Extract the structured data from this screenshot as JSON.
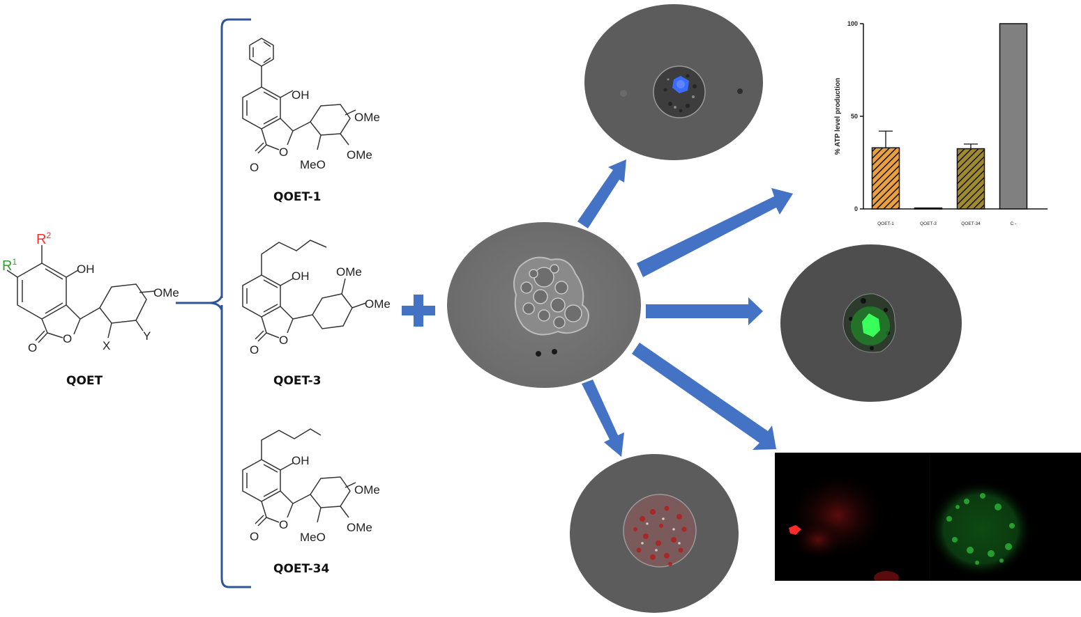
{
  "figure": {
    "scaffold": {
      "name": "QOET",
      "substituents": [
        {
          "label": "R",
          "sup": "1",
          "color": "#2ca02c"
        },
        {
          "label": "R",
          "sup": "2",
          "color": "#ff2a2a"
        }
      ],
      "groups": {
        "oh": "OH",
        "ome": "OMe",
        "x": "X",
        "y": "Y",
        "carbonyl_o": "O",
        "ring_o": "O"
      }
    },
    "compounds": [
      {
        "name": "QOET-1",
        "groups": {
          "oh": "OH",
          "ome1": "OMe",
          "ome2": "OMe",
          "meo": "MeO",
          "carbonyl_o": "O",
          "ring_o": "O"
        }
      },
      {
        "name": "QOET-3",
        "groups": {
          "oh": "OH",
          "ome1": "OMe",
          "ome2": "OMe",
          "carbonyl_o": "O",
          "ring_o": "O"
        }
      },
      {
        "name": "QOET-34",
        "groups": {
          "oh": "OH",
          "ome1": "OMe",
          "ome2": "OMe",
          "meo": "MeO",
          "carbonyl_o": "O",
          "ring_o": "O"
        }
      }
    ],
    "plus_symbol": "+",
    "micrographs": [
      {
        "name": "trophozoite-brightfield",
        "stain": "none"
      },
      {
        "name": "blue-stain-cell",
        "stain": "blue",
        "color": "#3a6cff"
      },
      {
        "name": "green-stain-cell",
        "stain": "green",
        "color": "#39ff5a"
      },
      {
        "name": "red-stain-cell",
        "stain": "red",
        "color": "#c0282a"
      },
      {
        "name": "fluorescence-panel",
        "stain": "red/green",
        "colors": [
          "#b01010",
          "#2fbf3a"
        ]
      }
    ],
    "colors": {
      "arrow": "#4472c4",
      "bracket": "#2f5597",
      "bar_qoet1": "#e8a040",
      "bar_qoet34": "#a08a30",
      "bar_control": "#808080"
    }
  },
  "chart_data": {
    "type": "bar",
    "title": "",
    "xlabel": "",
    "ylabel": "% ATP level production",
    "categories": [
      "QOET-1",
      "QOET-3",
      "QOET-34",
      "C -"
    ],
    "values": [
      33,
      0.5,
      32.5,
      100
    ],
    "error_upper": [
      42,
      0.8,
      35,
      100
    ],
    "ylim": [
      0,
      100
    ],
    "yticks": [
      "0",
      "50",
      "100"
    ],
    "yticks_values": [
      0,
      50,
      100
    ],
    "grid": false,
    "patterns": [
      "hatched",
      "none",
      "hatched",
      "solid"
    ]
  }
}
